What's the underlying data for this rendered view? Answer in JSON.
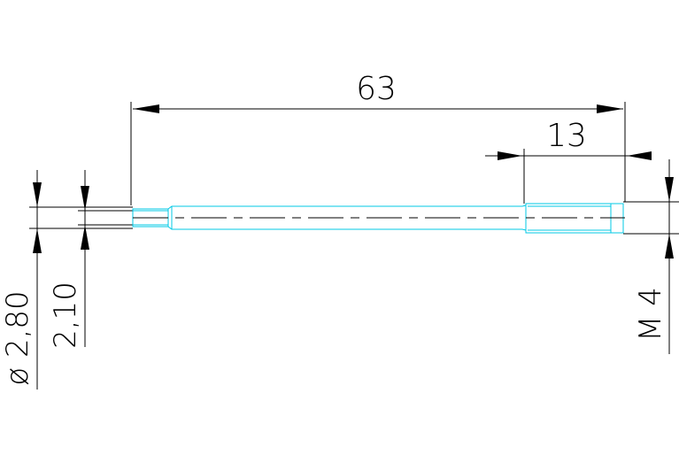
{
  "drawing": {
    "dimensions": {
      "overall_length": "63",
      "thread_length": "13",
      "diameter_outer": "ø 2,80",
      "diameter_inner": "2,10",
      "thread": "M 4"
    },
    "colors": {
      "dimension_lines": "#000000",
      "part_outline": "#00c8e6",
      "background": "#ffffff"
    }
  }
}
